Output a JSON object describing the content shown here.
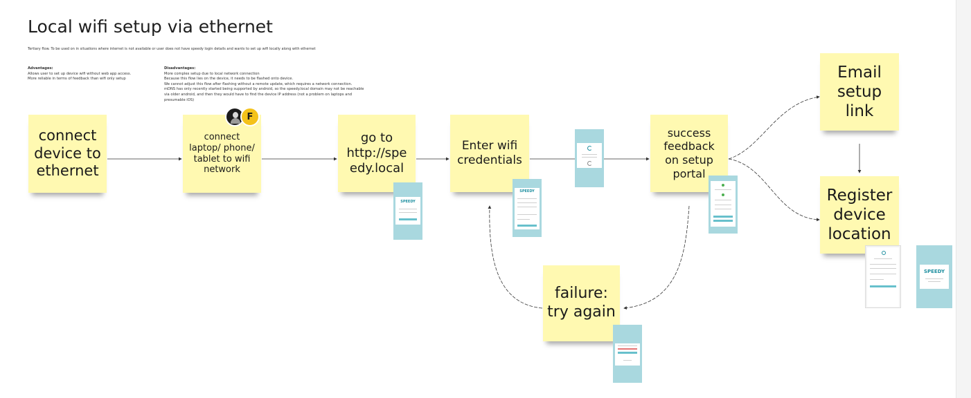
{
  "title": "Local wifi setup via ethernet",
  "subtitle": "Tertiary flow. To be used on in situations where internet is not available or user does not have speedy login details and wants to set up wifi locally along with ethernet",
  "advantages": {
    "heading": "Advantages:",
    "lines": [
      "Allows user to set up device wifi without web app access.",
      "More reliable in terms of feedback than wifi only setup"
    ]
  },
  "disadvantages": {
    "heading": "Disadvantages:",
    "lines": [
      "More complex setup due to local network connection",
      "Because this flow lies on the device, it needs to be flashed onto device.",
      "We cannot adjust this flow after flashing without a remote update, which requires a network connection.",
      "mDNS has only recently started being supported by android, so the speedy.local domain may not be reachable",
      "via older android, and then they would have to find the device IP address (not a problem on laptops and",
      "presumable iOS)"
    ]
  },
  "stickies": {
    "s1": [
      "connect",
      "device to",
      "ethernet"
    ],
    "s2": [
      "connect",
      "laptop/ phone/",
      "tablet to wifi",
      "network"
    ],
    "s3": [
      "go to",
      "http://spe",
      "edy.local"
    ],
    "s4": [
      "Enter wifi",
      "credentials"
    ],
    "s5": [
      "success",
      "feedback",
      "on setup",
      "portal"
    ],
    "s6": [
      "Email",
      "setup",
      "link"
    ],
    "s7": [
      "Register",
      "device",
      "location"
    ],
    "s8": [
      "failure:",
      "try again"
    ]
  },
  "avatar_letter": "F",
  "mockup_logo": "SPEEDY",
  "colors": {
    "sticky": "#fff9b1",
    "phone_frame": "#a9d8df",
    "accent": "#1f8fa0",
    "connector": "#333333"
  }
}
